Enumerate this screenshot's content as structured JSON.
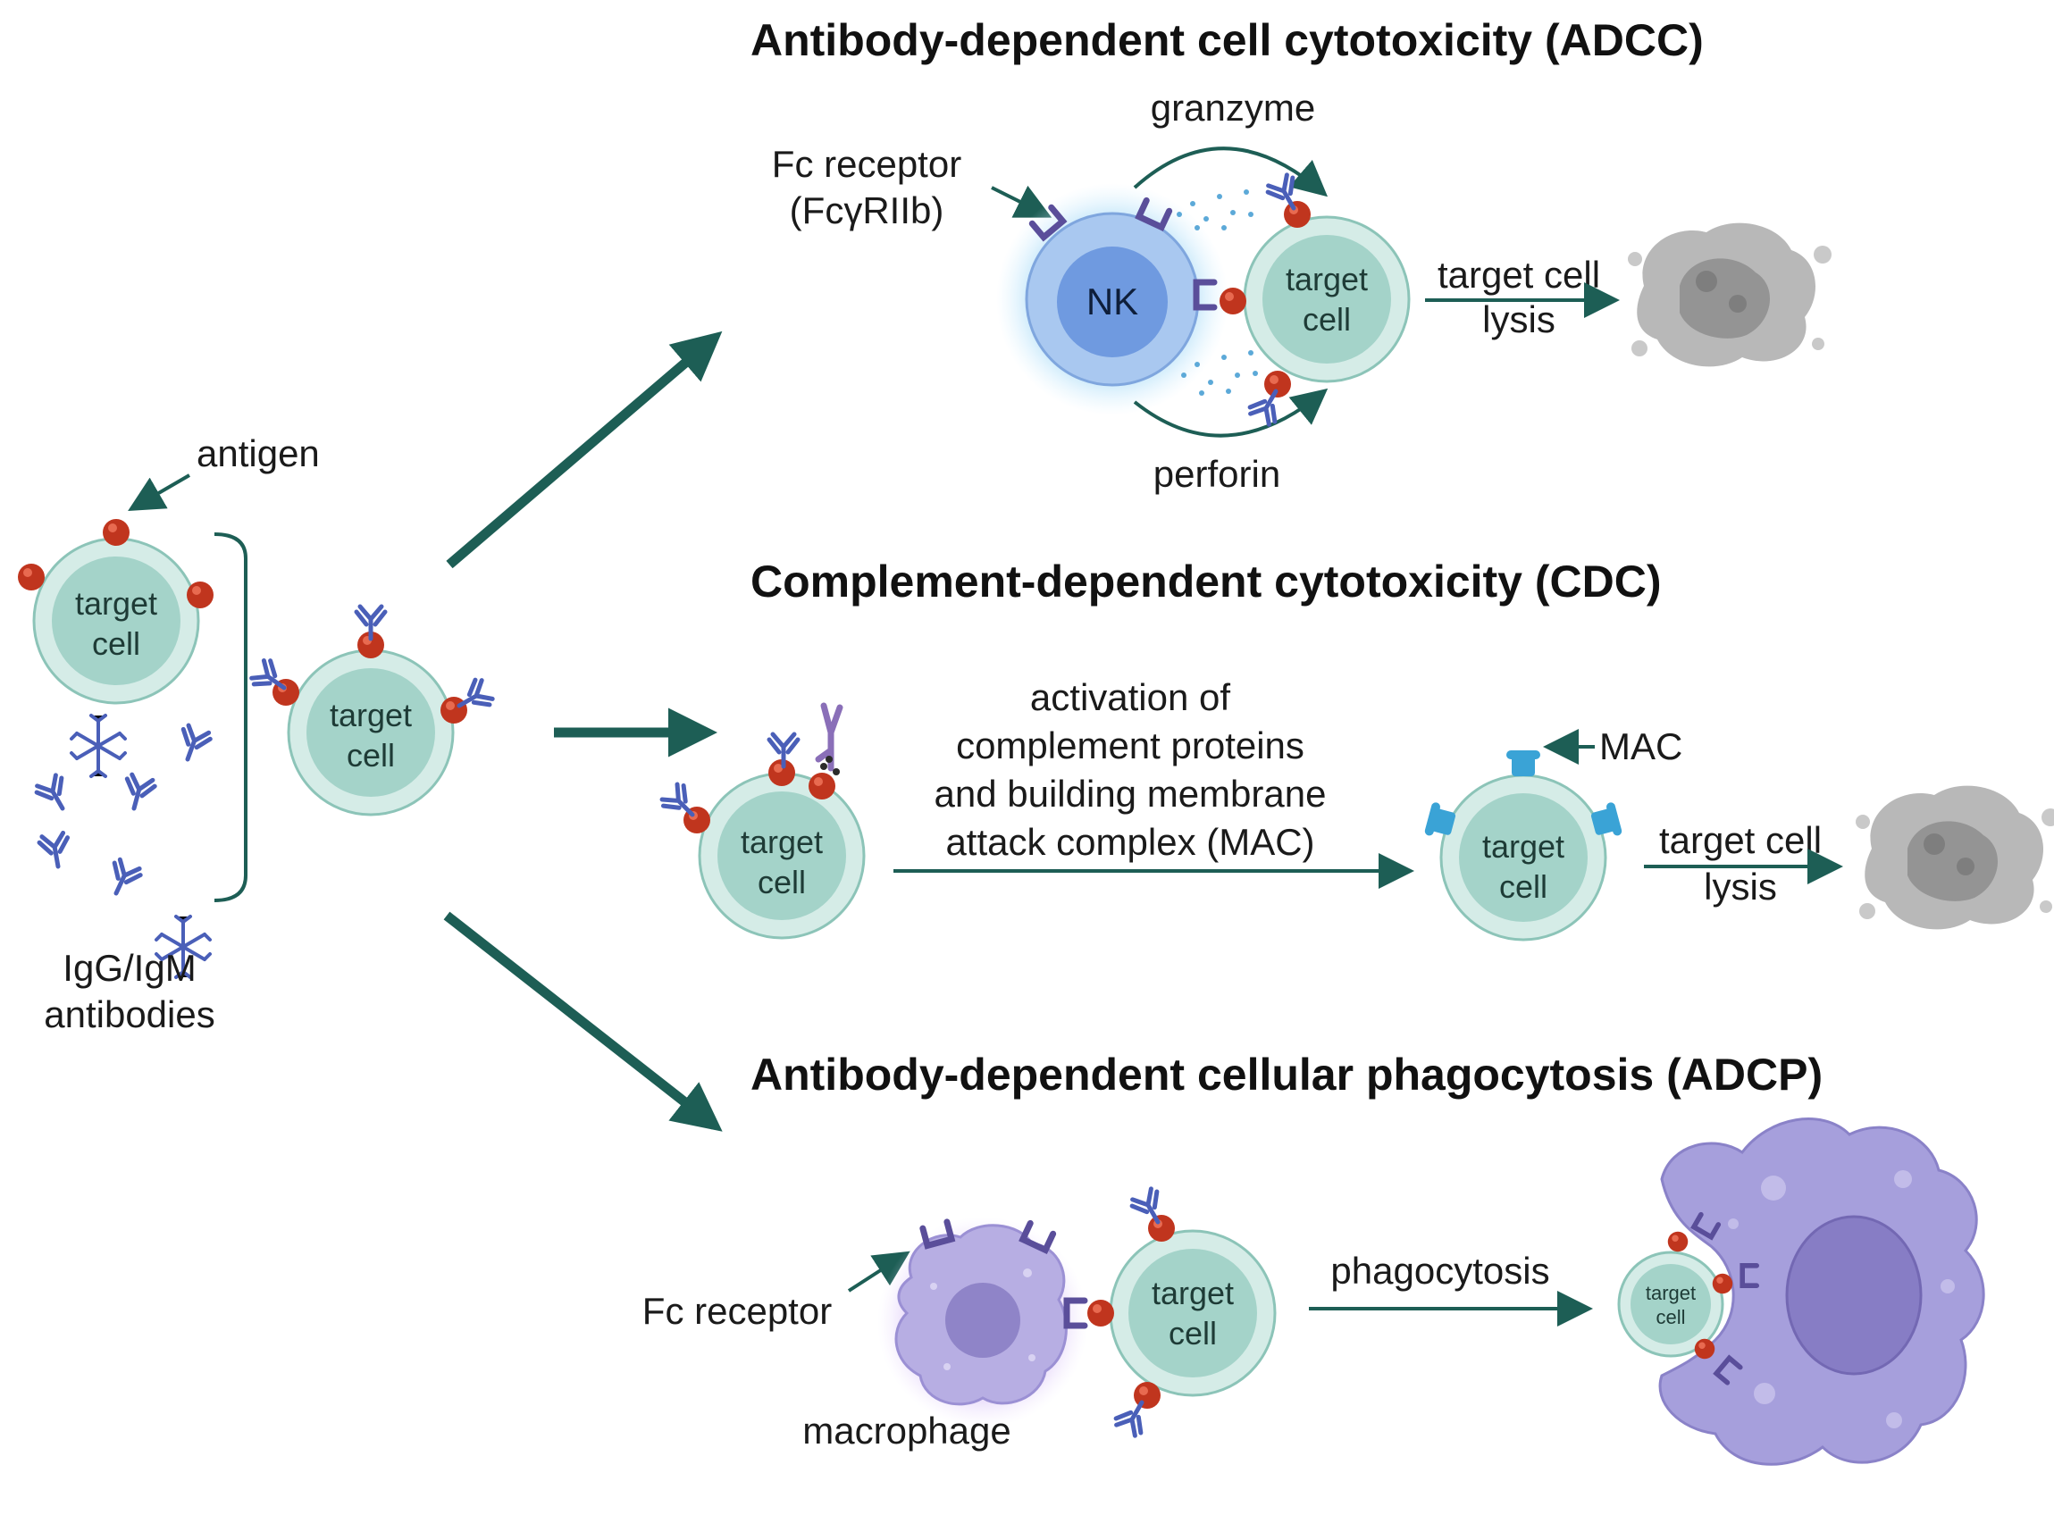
{
  "sections": {
    "adcc": {
      "title": "Antibody-dependent cell cytotoxicity (ADCC)"
    },
    "cdc": {
      "title": "Complement-dependent cytotoxicity (CDC)"
    },
    "adcp": {
      "title": "Antibody-dependent cellular phagocytosis (ADCP)"
    }
  },
  "left": {
    "antigen_label": "antigen",
    "antibodies_label_line1": "IgG/IgM",
    "antibodies_label_line2": "antibodies"
  },
  "cell": {
    "target_line1": "target",
    "target_line2": "cell"
  },
  "adcc": {
    "fc_receptor_line1": "Fc receptor",
    "fc_receptor_line2": "(FcγRIIb)",
    "granzyme": "granzyme",
    "perforin": "perforin",
    "nk": "NK",
    "lysis_line1": "target cell",
    "lysis_line2": "lysis"
  },
  "cdc": {
    "activation_line1": "activation of",
    "activation_line2": "complement proteins",
    "activation_line3": "and building membrane",
    "activation_line4": "attack complex (MAC)",
    "mac": "MAC",
    "lysis_line1": "target cell",
    "lysis_line2": "lysis"
  },
  "adcp": {
    "fc_receptor": "Fc receptor",
    "macrophage": "macrophage",
    "phagocytosis": "phagocytosis"
  },
  "colors": {
    "arrow": "#1d5e55",
    "cell_outer": "#d5ece7",
    "cell_inner": "#9fcfc5",
    "antigen": "#c0351e",
    "antibody": "#4a5fb8",
    "nk": "#8fb3e6",
    "macrophage": "#a8a1dc",
    "debris": "#a8a8a8"
  }
}
